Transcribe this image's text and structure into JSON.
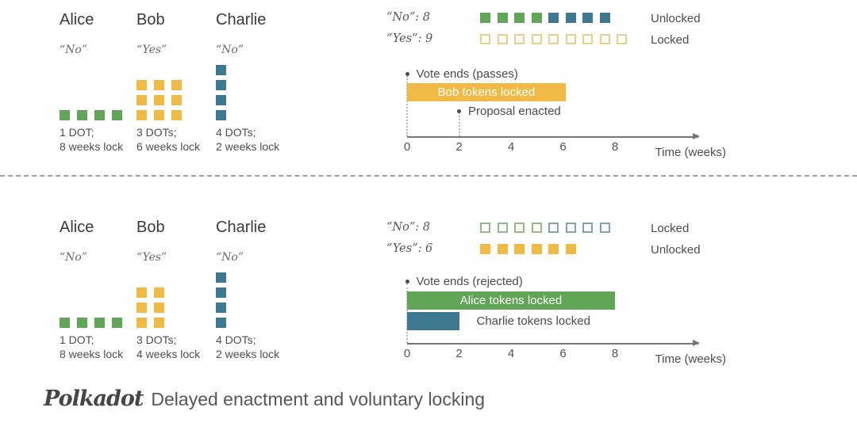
{
  "palette": {
    "green": "#61a656",
    "yellow": "#f1ba45",
    "teal": "#3e7992",
    "yellow_outline": "#e8cf8e",
    "green_outline": "#92b88b",
    "teal_outline": "#7fa3b0"
  },
  "panels": [
    {
      "scenario": "referendum passes",
      "voters": [
        {
          "name": "Alice",
          "vote": "“No”",
          "caption": [
            "1 DOT;",
            "8 weeks lock"
          ],
          "dots": {
            "count": 4,
            "cols": 4,
            "color": "green"
          }
        },
        {
          "name": "Bob",
          "vote": "“Yes”",
          "caption": [
            "3 DOTs;",
            "6 weeks lock"
          ],
          "dots": {
            "count": 9,
            "cols": 3,
            "color": "yellow"
          }
        },
        {
          "name": "Charlie",
          "vote": "“No”",
          "caption": [
            "4 DOTs;",
            "2 weeks lock"
          ],
          "dots": {
            "count": 4,
            "cols": 1,
            "color": "teal"
          }
        }
      ],
      "tally": [
        {
          "label": "“No”: 8",
          "groups": [
            {
              "count": 4,
              "color": "green",
              "filled": true
            },
            {
              "count": 4,
              "color": "teal",
              "filled": true
            }
          ],
          "status": "Unlocked"
        },
        {
          "label": "“Yes”: 9",
          "groups": [
            {
              "count": 9,
              "color": "yellow",
              "filled": false
            }
          ],
          "status": "Locked"
        }
      ],
      "timeline": {
        "events": [
          {
            "label": "Vote ends (passes)",
            "week": 0
          },
          {
            "label": "Proposal enacted",
            "week": 2
          }
        ],
        "bars": [
          {
            "label": "Bob tokens locked",
            "start": 0,
            "end": 6.1,
            "color": "yellow",
            "text_inside": true
          }
        ],
        "ticks": [
          0,
          2,
          4,
          6,
          8
        ],
        "axis_label": "Time (weeks)"
      }
    },
    {
      "scenario": "referendum rejected",
      "voters": [
        {
          "name": "Alice",
          "vote": "“No”",
          "caption": [
            "1 DOT;",
            "8 weeks lock"
          ],
          "dots": {
            "count": 4,
            "cols": 4,
            "color": "green"
          }
        },
        {
          "name": "Bob",
          "vote": "“Yes”",
          "caption": [
            "3 DOTs;",
            "4 weeks lock"
          ],
          "dots": {
            "count": 6,
            "cols": 2,
            "color": "yellow"
          }
        },
        {
          "name": "Charlie",
          "vote": "“No”",
          "caption": [
            "4 DOTs;",
            "2 weeks lock"
          ],
          "dots": {
            "count": 4,
            "cols": 1,
            "color": "teal"
          }
        }
      ],
      "tally": [
        {
          "label": "“No”: 8",
          "groups": [
            {
              "count": 4,
              "color": "green",
              "filled": false
            },
            {
              "count": 4,
              "color": "teal",
              "filled": false
            }
          ],
          "status": "Locked"
        },
        {
          "label": "“Yes”: 6",
          "groups": [
            {
              "count": 6,
              "color": "yellow",
              "filled": true
            }
          ],
          "status": "Unlocked"
        }
      ],
      "timeline": {
        "events": [
          {
            "label": "Vote ends (rejected)",
            "week": 0
          }
        ],
        "bars": [
          {
            "label": "Alice tokens locked",
            "start": 0,
            "end": 8,
            "color": "green",
            "text_inside": true
          },
          {
            "label": "Charlie tokens locked",
            "start": 0,
            "end": 2,
            "color": "teal",
            "text_inside": false
          }
        ],
        "ticks": [
          0,
          2,
          4,
          6,
          8
        ],
        "axis_label": "Time (weeks)"
      }
    }
  ],
  "footer": {
    "brand": "Polkadot",
    "title": "Delayed enactment and voluntary locking"
  }
}
